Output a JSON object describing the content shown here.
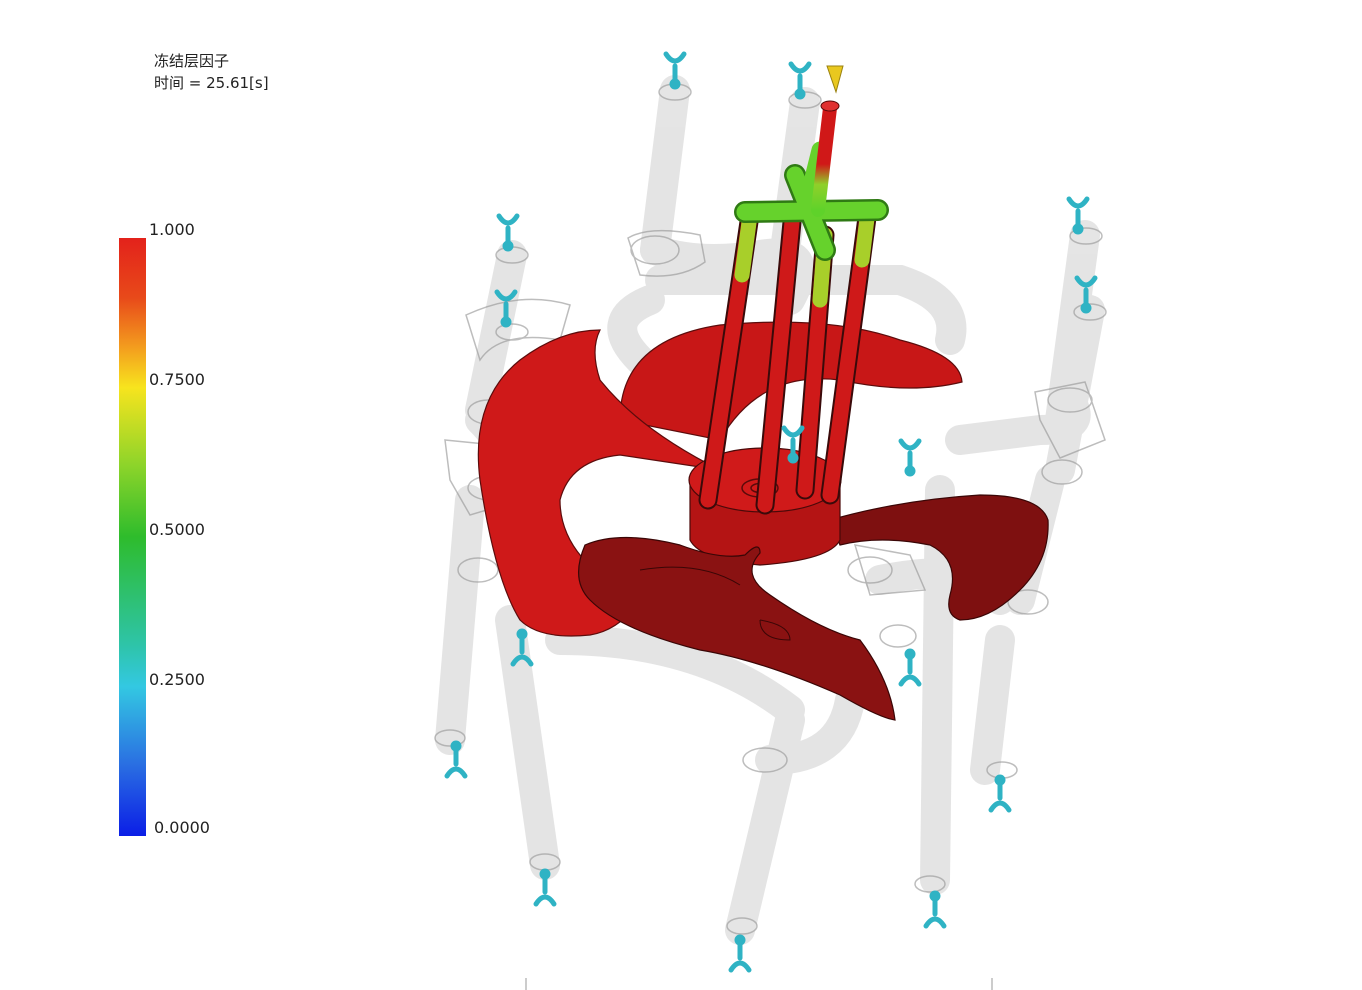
{
  "header": {
    "result_name": "冻结层因子",
    "time_label": "时间 = 25.61[s]"
  },
  "legend": {
    "max": "1.000",
    "t075": "0.7500",
    "t050": "0.5000",
    "t025": "0.2500",
    "min": "0.0000"
  },
  "colors": {
    "part": "#d01818",
    "part_dark": "#7a1010",
    "runner_green": "#5fd22a",
    "cooling_channel": "#d7d7d7",
    "coolant_marker": "#2fb3c4",
    "gate_marker": "#e9c81f"
  },
  "icons": [
    "coolant-inlet-icon",
    "injection-location-icon"
  ]
}
